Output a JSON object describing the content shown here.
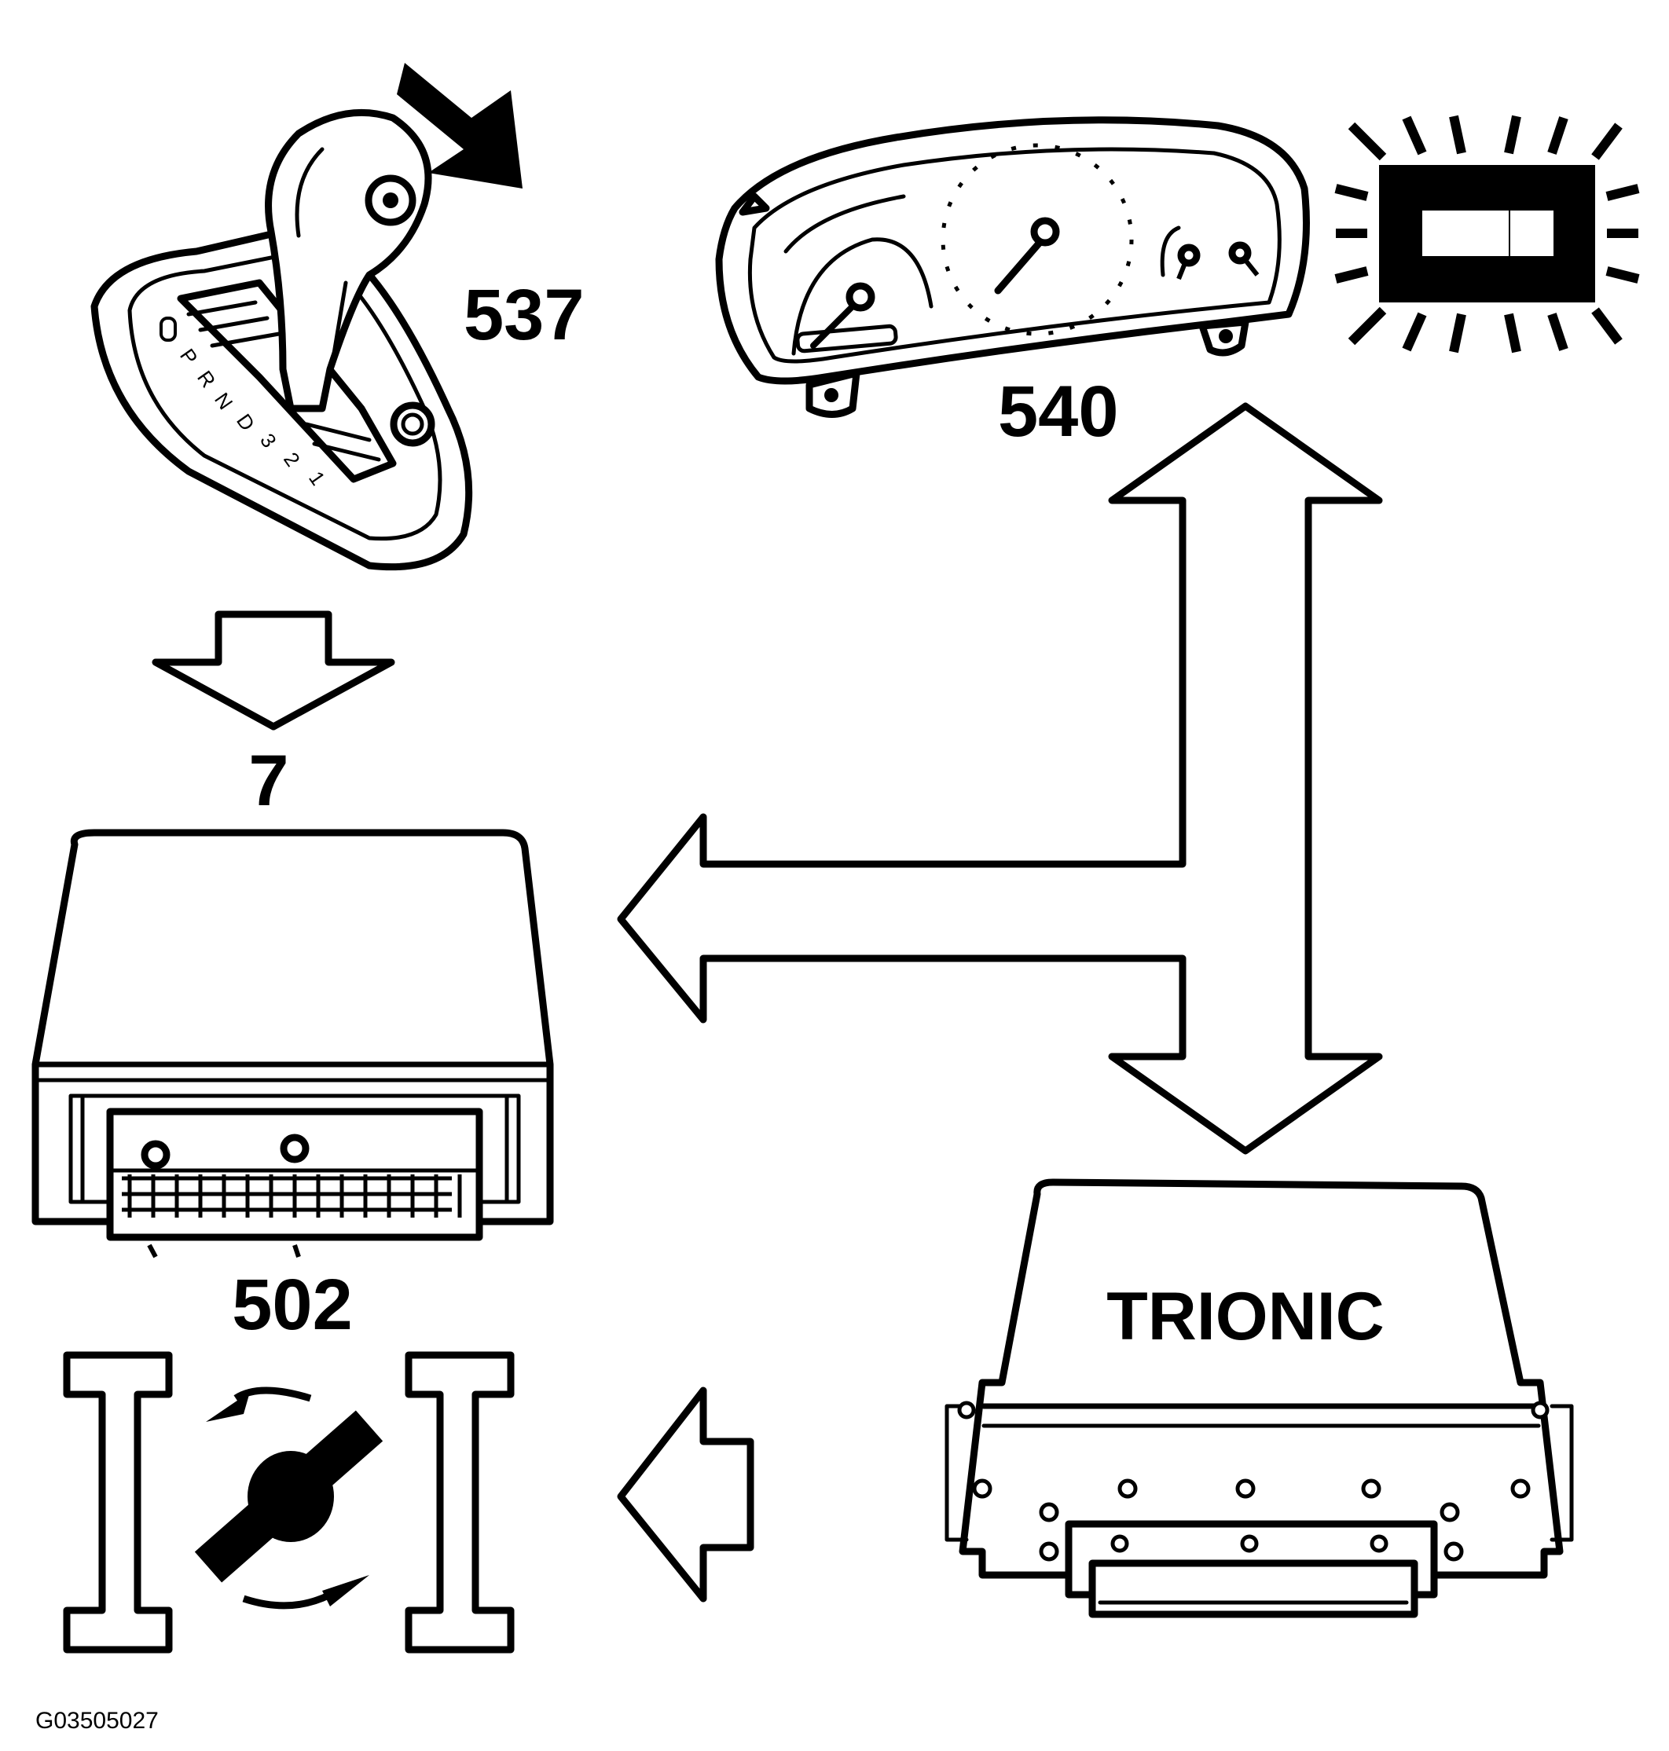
{
  "labels": {
    "shifter": "537",
    "instrument_cluster": "540",
    "tcm_input": "7",
    "tcm": "502",
    "ecm_text": "TRIONIC",
    "figure_code": "G03505027"
  },
  "gear_letters": [
    "P",
    "R",
    "N",
    "D",
    "3",
    "2",
    "1"
  ],
  "colors": {
    "ink": "#000000",
    "paper": "#ffffff"
  },
  "icons": {
    "shifter": "gear-selector-icon",
    "cluster": "instrument-cluster-icon",
    "warning": "flashing-lamp-icon",
    "tcm": "control-module-icon",
    "ecm": "control-module-icon",
    "throttle": "throttle-valve-icon"
  }
}
